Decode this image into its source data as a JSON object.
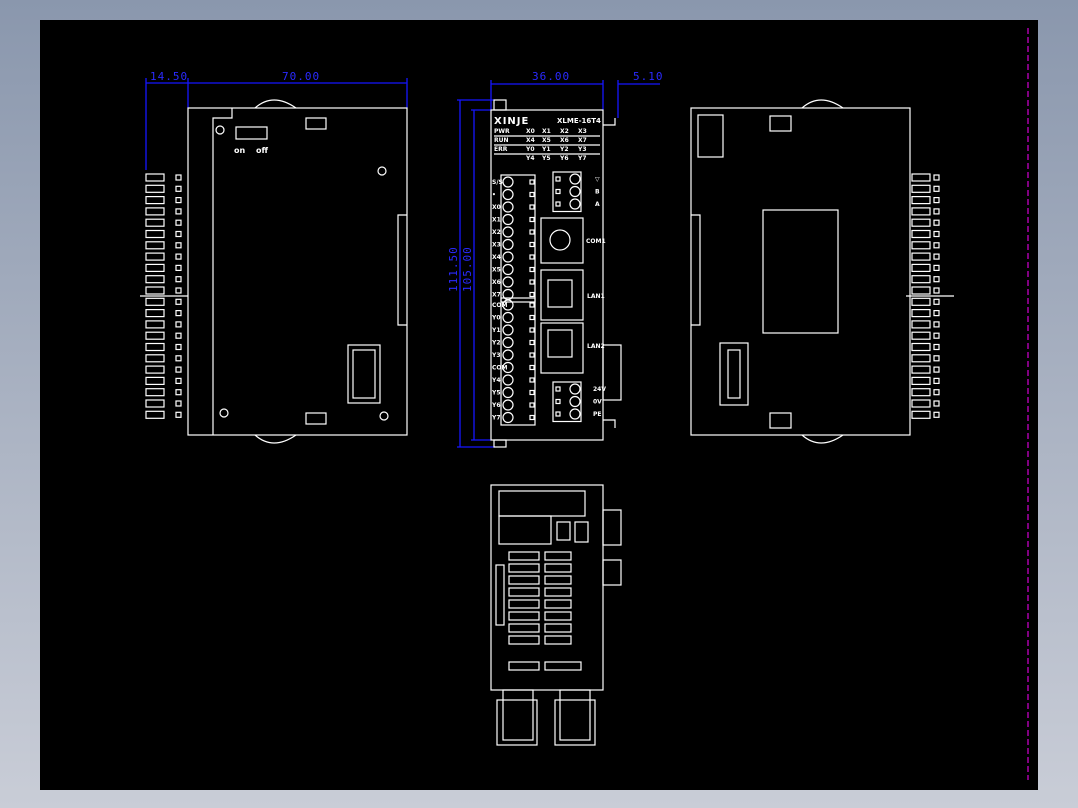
{
  "drawing": {
    "dimensions": {
      "side_connector": "14.50",
      "depth": "70.00",
      "width": "36.00",
      "clip_offset": "5.10",
      "total_height": "111.50",
      "body_height": "105.00"
    },
    "dimension_color": "#1515ff",
    "line_color": "#ffffff",
    "border_marker_color": "#ff00ff",
    "left_view": {
      "switch_on": "on",
      "switch_off": "off"
    },
    "front_view": {
      "brand": "XINJE",
      "model": "XLME-16T4",
      "led_rows": [
        [
          "PWR",
          "X0",
          "X1",
          "X2",
          "X3"
        ],
        [
          "RUN",
          "X4",
          "X5",
          "X6",
          "X7"
        ],
        [
          "ERR",
          "Y0",
          "Y1",
          "Y2",
          "Y3"
        ],
        [
          "",
          "Y4",
          "Y5",
          "Y6",
          "Y7"
        ]
      ],
      "input_terminals": [
        "S/S",
        "•",
        "X0",
        "X1",
        "X2",
        "X3",
        "X4",
        "X5",
        "X6",
        "X7"
      ],
      "output_terminals": [
        "COM",
        "Y0",
        "Y1",
        "Y2",
        "Y3",
        "COM",
        "Y4",
        "Y5",
        "Y6",
        "Y7"
      ],
      "rs485_terminals": [
        "▽",
        "B",
        "A"
      ],
      "power_terminals": [
        "24V",
        "0V",
        "PE"
      ],
      "ports": {
        "com": "COM1",
        "lan1": "LAN1",
        "lan2": "LAN2"
      }
    }
  }
}
